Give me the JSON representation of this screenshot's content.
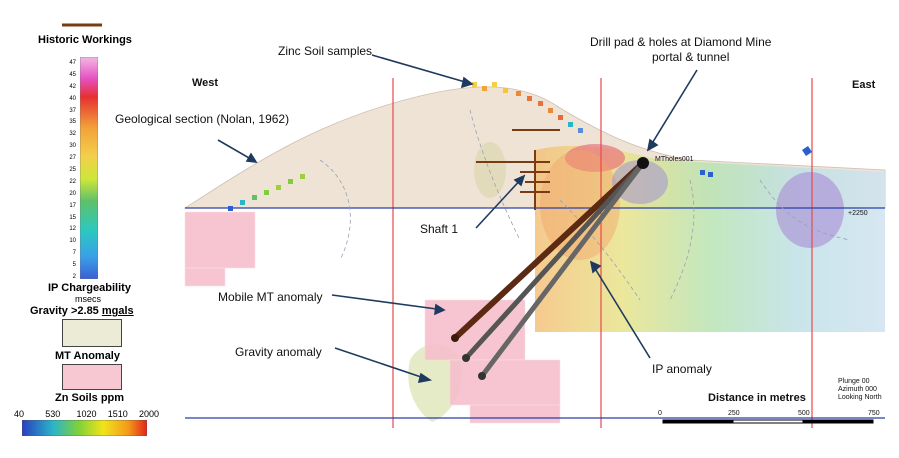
{
  "legend": {
    "historic_workings": "Historic Workings",
    "ip_scale_ticks": [
      "47",
      "45",
      "42",
      "40",
      "37",
      "35",
      "32",
      "30",
      "27",
      "25",
      "22",
      "20",
      "17",
      "15",
      "12",
      "10",
      "7",
      "5",
      "2"
    ],
    "ip_title": "IP Chargeability",
    "ip_unit": "msecs",
    "gravity_title": "Gravity >2.85",
    "gravity_unit": "mgals",
    "mt_title": "MT Anomaly",
    "zn_title": "Zn Soils ppm",
    "zn_ticks": [
      "40",
      "530",
      "1020",
      "1510",
      "2000"
    ],
    "colors": {
      "historic": "#7a3b12",
      "gravity_fill": "#ecebd6",
      "mt_fill": "#f7c8d2"
    }
  },
  "map": {
    "west": "West",
    "east": "East",
    "drill_label": "MTholes001",
    "ip_label": "+2250",
    "plunge": "Plunge 00",
    "azimuth": "Azimuth 000",
    "looking": "Looking North",
    "distance_title": "Distance in metres",
    "distance_ticks": [
      "0",
      "250",
      "500",
      "750"
    ]
  },
  "callouts": {
    "zinc": "Zinc Soil samples",
    "drill_line1": "Drill pad & holes at Diamond Mine",
    "drill_line2": "portal & tunnel",
    "geo": "Geological section (Nolan, 1962)",
    "shaft": "Shaft 1",
    "mobile_mt": "Mobile MT anomaly",
    "gravity": "Gravity anomaly",
    "ip": "IP anomaly"
  }
}
